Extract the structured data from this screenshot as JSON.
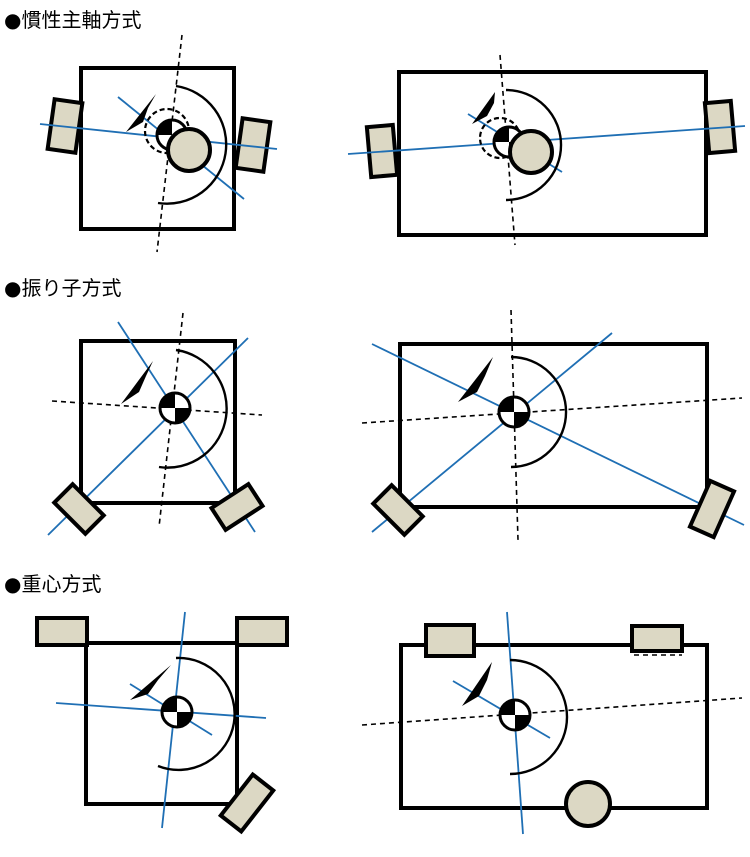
{
  "sections": [
    {
      "heading": "●慣性主軸方式"
    },
    {
      "heading": "●振り子方式"
    },
    {
      "heading": "●重心方式"
    }
  ],
  "colors": {
    "axis_line": "#1f6fb4",
    "wheel_fill": "#dcd8c4",
    "outline": "#000000"
  }
}
